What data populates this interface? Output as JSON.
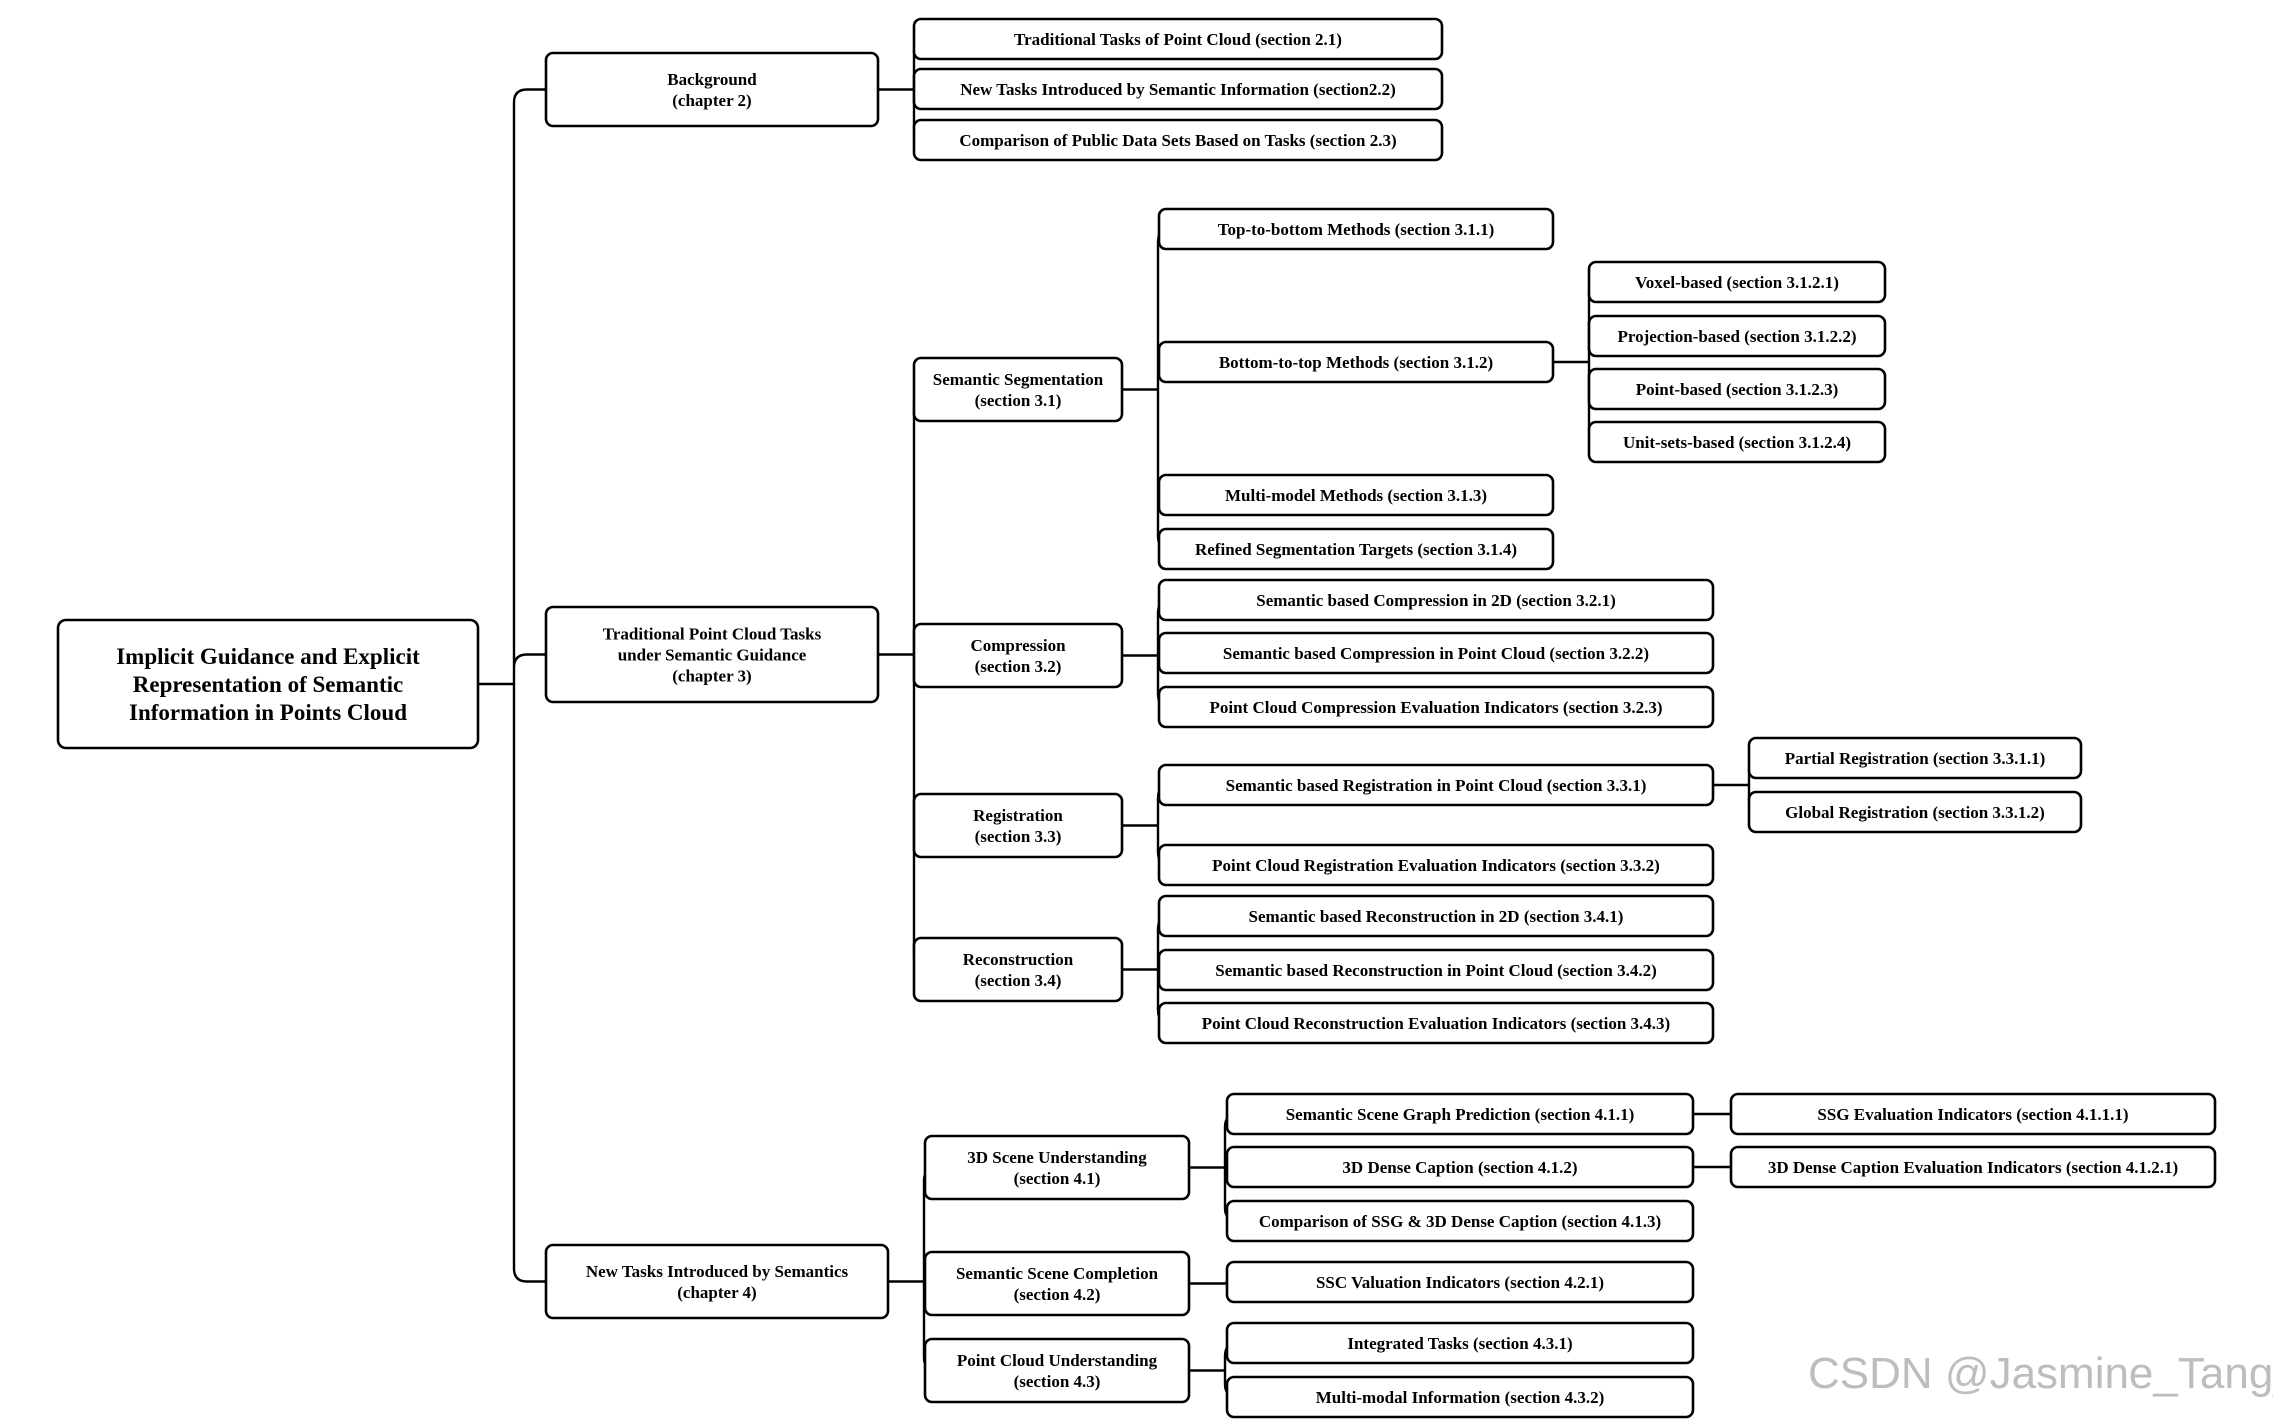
{
  "diagram": {
    "type": "tree",
    "root": {
      "id": "root",
      "lines": [
        "Implicit Guidance and Explicit",
        "Representation of Semantic",
        "Information in Points Cloud"
      ],
      "children": [
        {
          "id": "ch2",
          "lines": [
            "Background",
            "(chapter 2)"
          ],
          "children": [
            {
              "id": "s21",
              "lines": [
                "Traditional Tasks of Point Cloud (section 2.1)"
              ]
            },
            {
              "id": "s22",
              "lines": [
                "New Tasks Introduced by Semantic Information (section2.2)"
              ]
            },
            {
              "id": "s23",
              "lines": [
                "Comparison of Public Data Sets Based on Tasks (section 2.3)"
              ]
            }
          ]
        },
        {
          "id": "ch3",
          "lines": [
            "Traditional Point Cloud Tasks",
            "under Semantic Guidance",
            "(chapter 3)"
          ],
          "children": [
            {
              "id": "s31",
              "lines": [
                "Semantic Segmentation",
                "(section 3.1)"
              ],
              "children": [
                {
                  "id": "s311",
                  "lines": [
                    "Top-to-bottom  Methods (section 3.1.1)"
                  ]
                },
                {
                  "id": "s312",
                  "lines": [
                    "Bottom-to-top  Methods (section 3.1.2)"
                  ],
                  "children": [
                    {
                      "id": "s3121",
                      "lines": [
                        "Voxel-based (section 3.1.2.1)"
                      ]
                    },
                    {
                      "id": "s3122",
                      "lines": [
                        "Projection-based (section 3.1.2.2)"
                      ]
                    },
                    {
                      "id": "s3123",
                      "lines": [
                        "Point-based (section 3.1.2.3)"
                      ]
                    },
                    {
                      "id": "s3124",
                      "lines": [
                        "Unit-sets-based (section 3.1.2.4)"
                      ]
                    }
                  ]
                },
                {
                  "id": "s313",
                  "lines": [
                    "Multi-model  Methods (section 3.1.3)"
                  ]
                },
                {
                  "id": "s314",
                  "lines": [
                    "Refined Segmentation  Targets (section 3.1.4)"
                  ]
                }
              ]
            },
            {
              "id": "s32",
              "lines": [
                "Compression",
                "(section 3.2)"
              ],
              "children": [
                {
                  "id": "s321",
                  "lines": [
                    "Semantic based Compression in 2D (section 3.2.1)"
                  ]
                },
                {
                  "id": "s322",
                  "lines": [
                    "Semantic based Compression in Point Cloud (section 3.2.2)"
                  ]
                },
                {
                  "id": "s323",
                  "lines": [
                    "Point Cloud Compression  Evaluation Indicators (section 3.2.3)"
                  ]
                }
              ]
            },
            {
              "id": "s33",
              "lines": [
                "Registration",
                "(section 3.3)"
              ],
              "children": [
                {
                  "id": "s331",
                  "lines": [
                    "Semantic based  Registration in Point Cloud (section 3.3.1)"
                  ],
                  "children": [
                    {
                      "id": "s3311",
                      "lines": [
                        "Partial Registration (section 3.3.1.1)"
                      ]
                    },
                    {
                      "id": "s3312",
                      "lines": [
                        "Global Registration (section 3.3.1.2)"
                      ]
                    }
                  ]
                },
                {
                  "id": "s332",
                  "lines": [
                    "Point Cloud Registration Evaluation Indicators (section 3.3.2)"
                  ]
                }
              ]
            },
            {
              "id": "s34",
              "lines": [
                "Reconstruction",
                "(section 3.4)"
              ],
              "children": [
                {
                  "id": "s341",
                  "lines": [
                    "Semantic based  Reconstruction in 2D (section 3.4.1)"
                  ]
                },
                {
                  "id": "s342",
                  "lines": [
                    "Semantic based  Reconstruction in Point Cloud (section 3.4.2)"
                  ]
                },
                {
                  "id": "s343",
                  "lines": [
                    "Point Cloud Reconstruction  Evaluation Indicators (section 3.4.3)"
                  ]
                }
              ]
            }
          ]
        },
        {
          "id": "ch4",
          "lines": [
            "New Tasks Introduced by Semantics",
            "(chapter 4)"
          ],
          "children": [
            {
              "id": "s41",
              "lines": [
                "3D Scene Understanding",
                "(section 4.1)"
              ],
              "children": [
                {
                  "id": "s411",
                  "lines": [
                    "Semantic Scene Graph Prediction (section 4.1.1)"
                  ],
                  "children": [
                    {
                      "id": "s4111",
                      "lines": [
                        "SSG Evaluation Indicators (section 4.1.1.1)"
                      ]
                    }
                  ]
                },
                {
                  "id": "s412",
                  "lines": [
                    "3D Dense Caption (section 4.1.2)"
                  ],
                  "children": [
                    {
                      "id": "s4121",
                      "lines": [
                        "3D Dense Caption Evaluation Indicators (section 4.1.2.1)"
                      ]
                    }
                  ]
                },
                {
                  "id": "s413",
                  "lines": [
                    "Comparison of SSG & 3D Dense Caption (section 4.1.3)"
                  ]
                }
              ]
            },
            {
              "id": "s42",
              "lines": [
                "Semantic Scene Completion",
                "(section 4.2)"
              ],
              "children": [
                {
                  "id": "s421",
                  "lines": [
                    "SSC Valuation Indicators (section 4.2.1)"
                  ]
                }
              ]
            },
            {
              "id": "s43",
              "lines": [
                "Point Cloud Understanding",
                "(section 4.3)"
              ],
              "children": [
                {
                  "id": "s431",
                  "lines": [
                    "Integrated Tasks (section 4.3.1)"
                  ]
                },
                {
                  "id": "s432",
                  "lines": [
                    "Multi-modal Information (section 4.3.2)"
                  ]
                }
              ]
            }
          ]
        }
      ]
    }
  },
  "watermark": "CSDN @Jasmine_Tang_"
}
